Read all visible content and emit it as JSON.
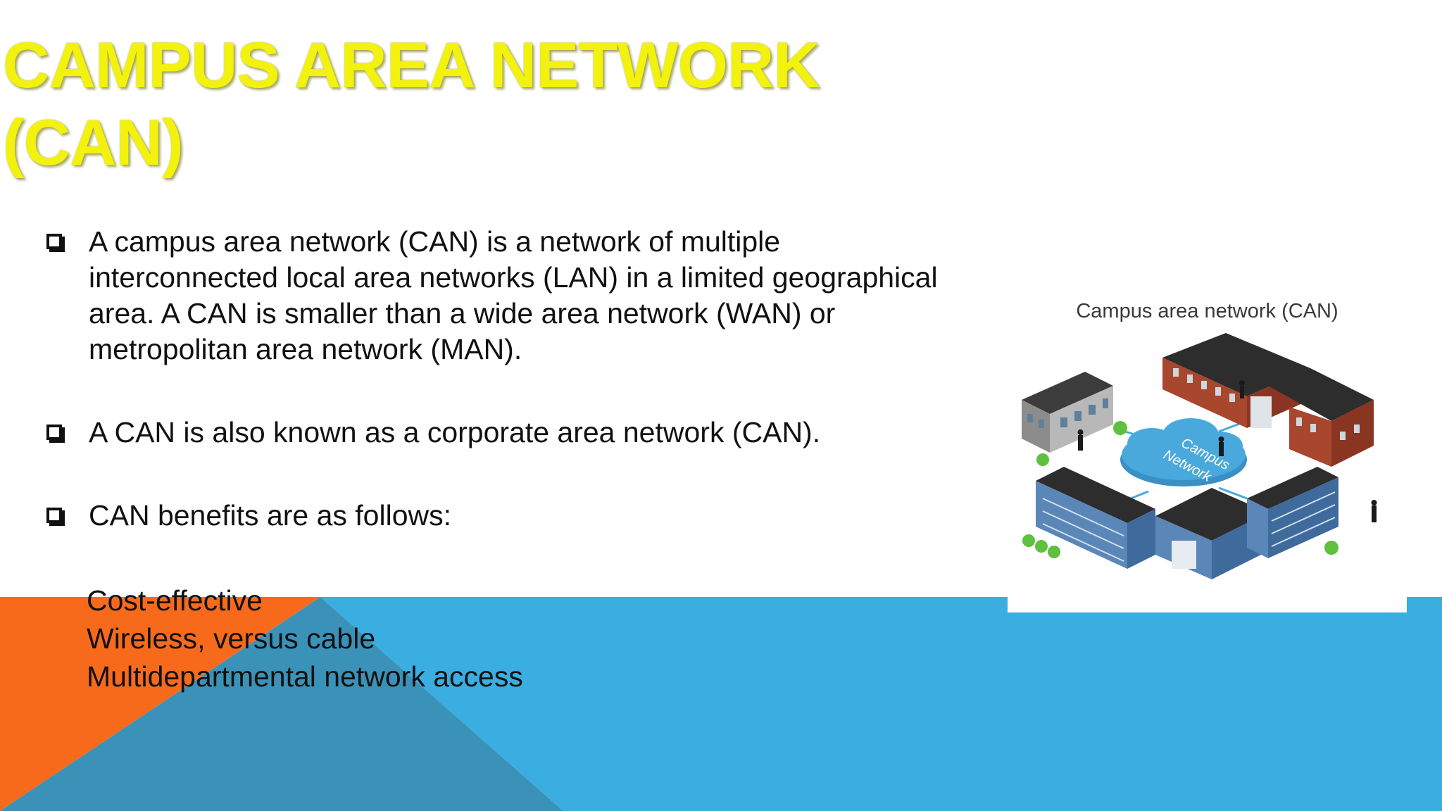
{
  "slide": {
    "title_line1": "CAMPUS AREA NETWORK",
    "title_line2": "(CAN)",
    "bullets": [
      {
        "text": "A campus area network (CAN) is a network of multiple interconnected local area networks (LAN) in a limited geographical area. A CAN is smaller than a wide area network (WAN) or metropolitan area network (MAN)."
      },
      {
        "text": "A CAN is also known as a corporate area network (CAN)."
      },
      {
        "text": "CAN benefits are as follows:"
      }
    ],
    "benefits": [
      "Cost-effective",
      "Wireless, versus cable",
      "Multidepartmental network access"
    ]
  },
  "figure": {
    "caption": "Campus area network (CAN)",
    "cloud_label_line1": "Campus",
    "cloud_label_line2": "Network"
  },
  "colors": {
    "title": "#f2f20c",
    "orange": "#f76a1c",
    "blue": "#3aaee0",
    "dark_blue_overlap": "#3a92b8",
    "cloud": "#4aa9dc"
  }
}
